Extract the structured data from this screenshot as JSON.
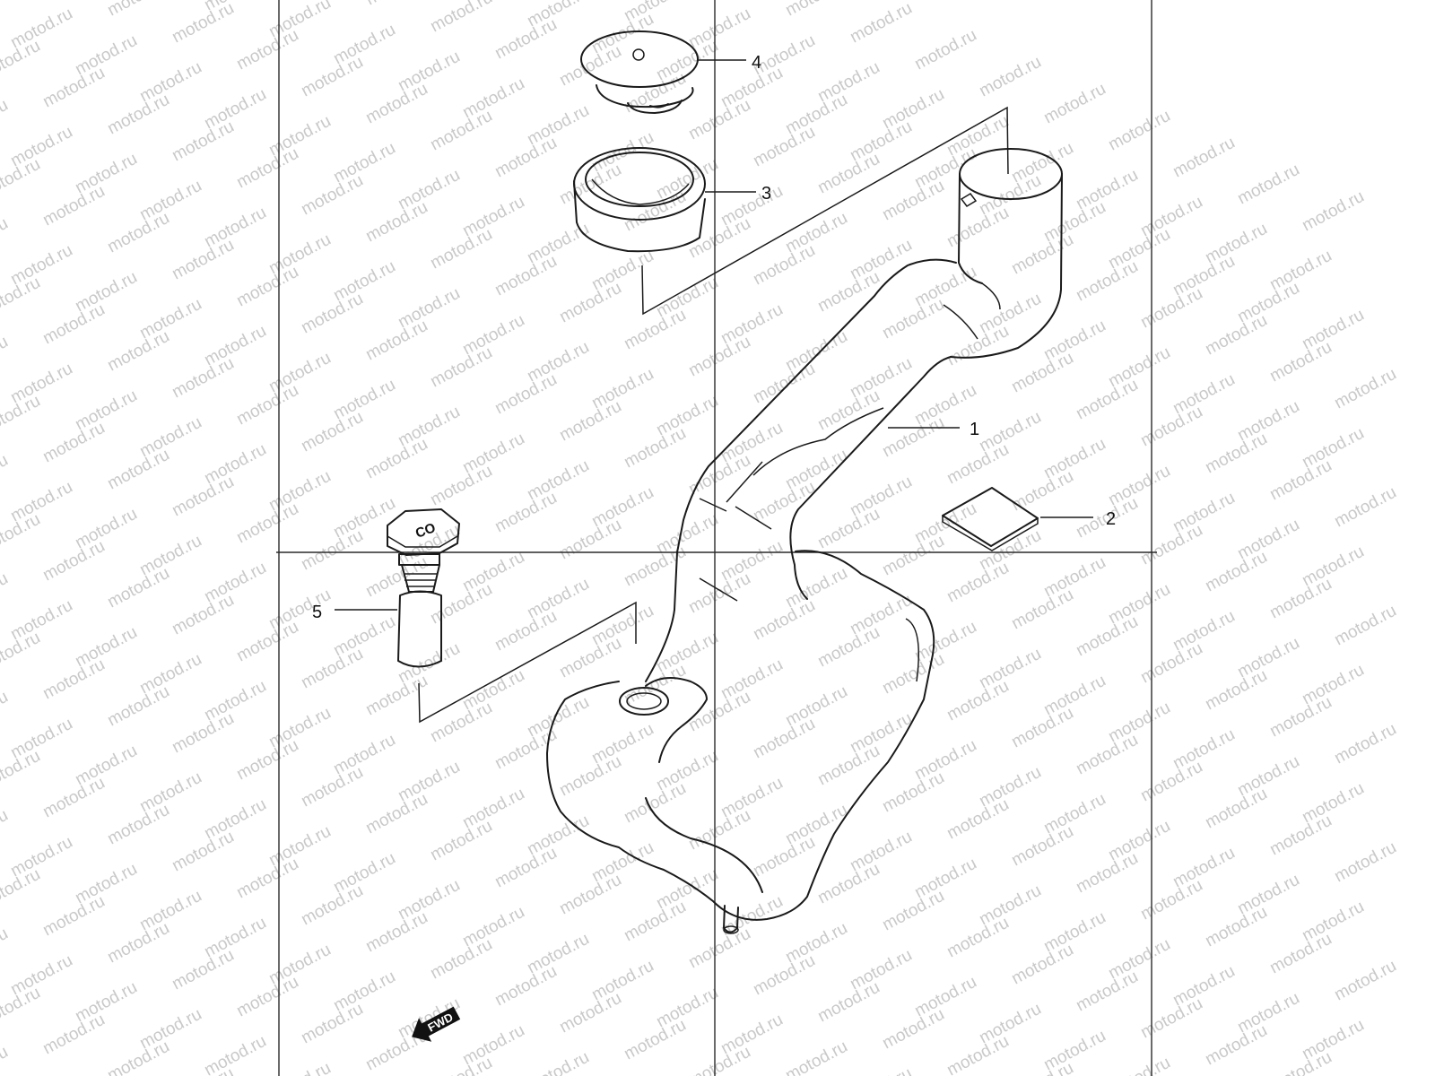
{
  "watermark": {
    "text": "motod.ru"
  },
  "callouts": [
    {
      "id": "tank",
      "label": "1"
    },
    {
      "id": "label-sheet",
      "label": "2"
    },
    {
      "id": "grommet",
      "label": "3"
    },
    {
      "id": "cap",
      "label": "4"
    },
    {
      "id": "drain-bolt",
      "label": "5"
    }
  ],
  "fwd_badge": {
    "text": "FWD"
  },
  "icons": {
    "fwd": "fwd-arrow-icon"
  }
}
